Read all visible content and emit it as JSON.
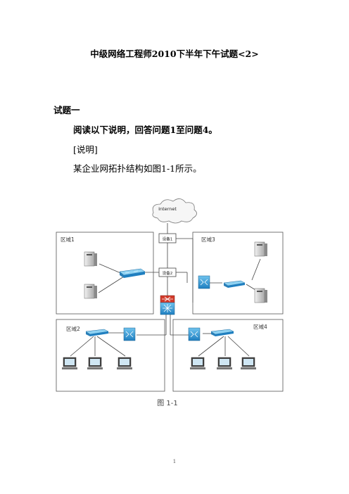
{
  "doc": {
    "title": "中级网络工程师2010下半年下午试题<2>",
    "section": "试题一",
    "instruction": "阅读以下说明，回答问题1至问题4。",
    "note_label": "[说明]",
    "intro": "某企业网拓扑结构如图1-1所示。",
    "page_number": "1"
  },
  "figure": {
    "caption": "图 1-1",
    "internet_label": "Internet",
    "device1_label": "设备1",
    "device2_label": "设备2",
    "area1": "区域1",
    "area2": "区域2",
    "area3": "区域3",
    "area4": "区域4"
  }
}
